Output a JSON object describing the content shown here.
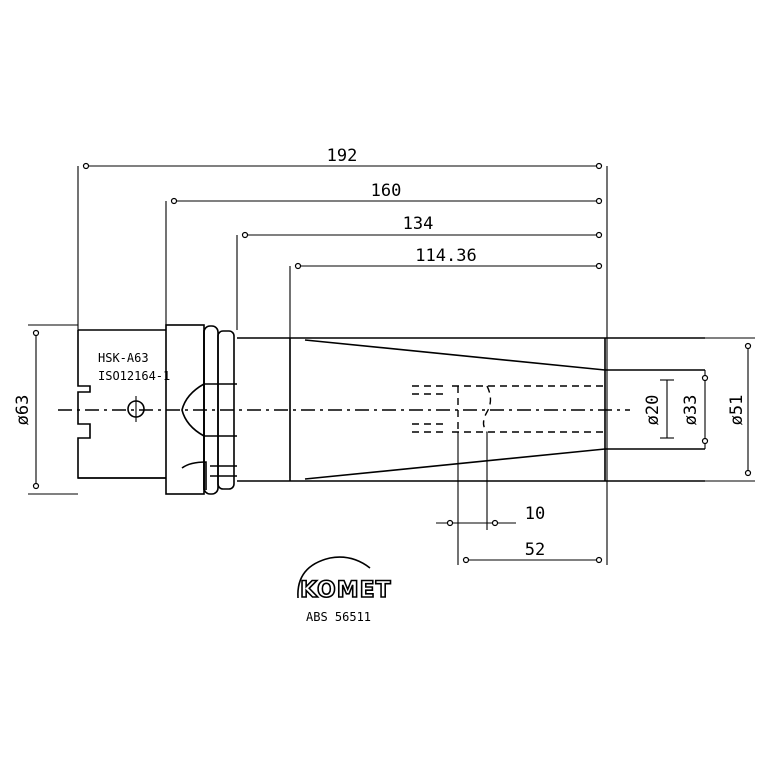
{
  "dimensions": {
    "overall_length": "192",
    "length_160": "160",
    "length_134": "134",
    "length_114": "114.36",
    "dia_63": "ø63",
    "dia_20": "ø20",
    "dia_33": "ø33",
    "dia_51": "ø51",
    "bore_10": "10",
    "bore_52": "52"
  },
  "labels": {
    "shank_type": "HSK-A63",
    "standard": "ISO12164-1",
    "article": "ABS 56511"
  },
  "logo": {
    "text": "KOMET"
  }
}
